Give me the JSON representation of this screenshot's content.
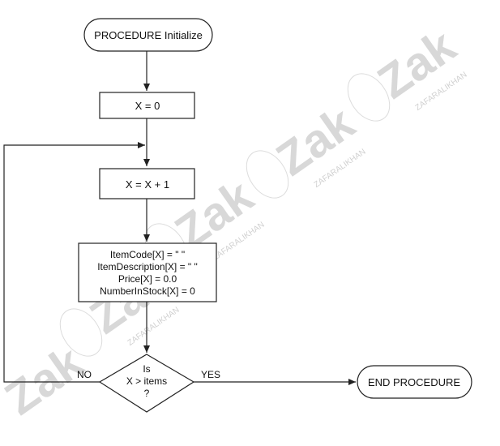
{
  "flowchart": {
    "start": "PROCEDURE Initialize",
    "init": "X = 0",
    "increment": "X = X + 1",
    "assign_lines": [
      "ItemCode[X] = \" \"",
      "ItemDescription[X] = \" \"",
      "Price[X] = 0.0",
      "NumberInStock[X] = 0"
    ],
    "decision_lines": [
      "Is",
      "X > items",
      "?"
    ],
    "no_label": "NO",
    "yes_label": "YES",
    "end": "END PROCEDURE"
  },
  "watermark": {
    "text": "Zak",
    "subtext": "ZAFARALIKHAN"
  }
}
